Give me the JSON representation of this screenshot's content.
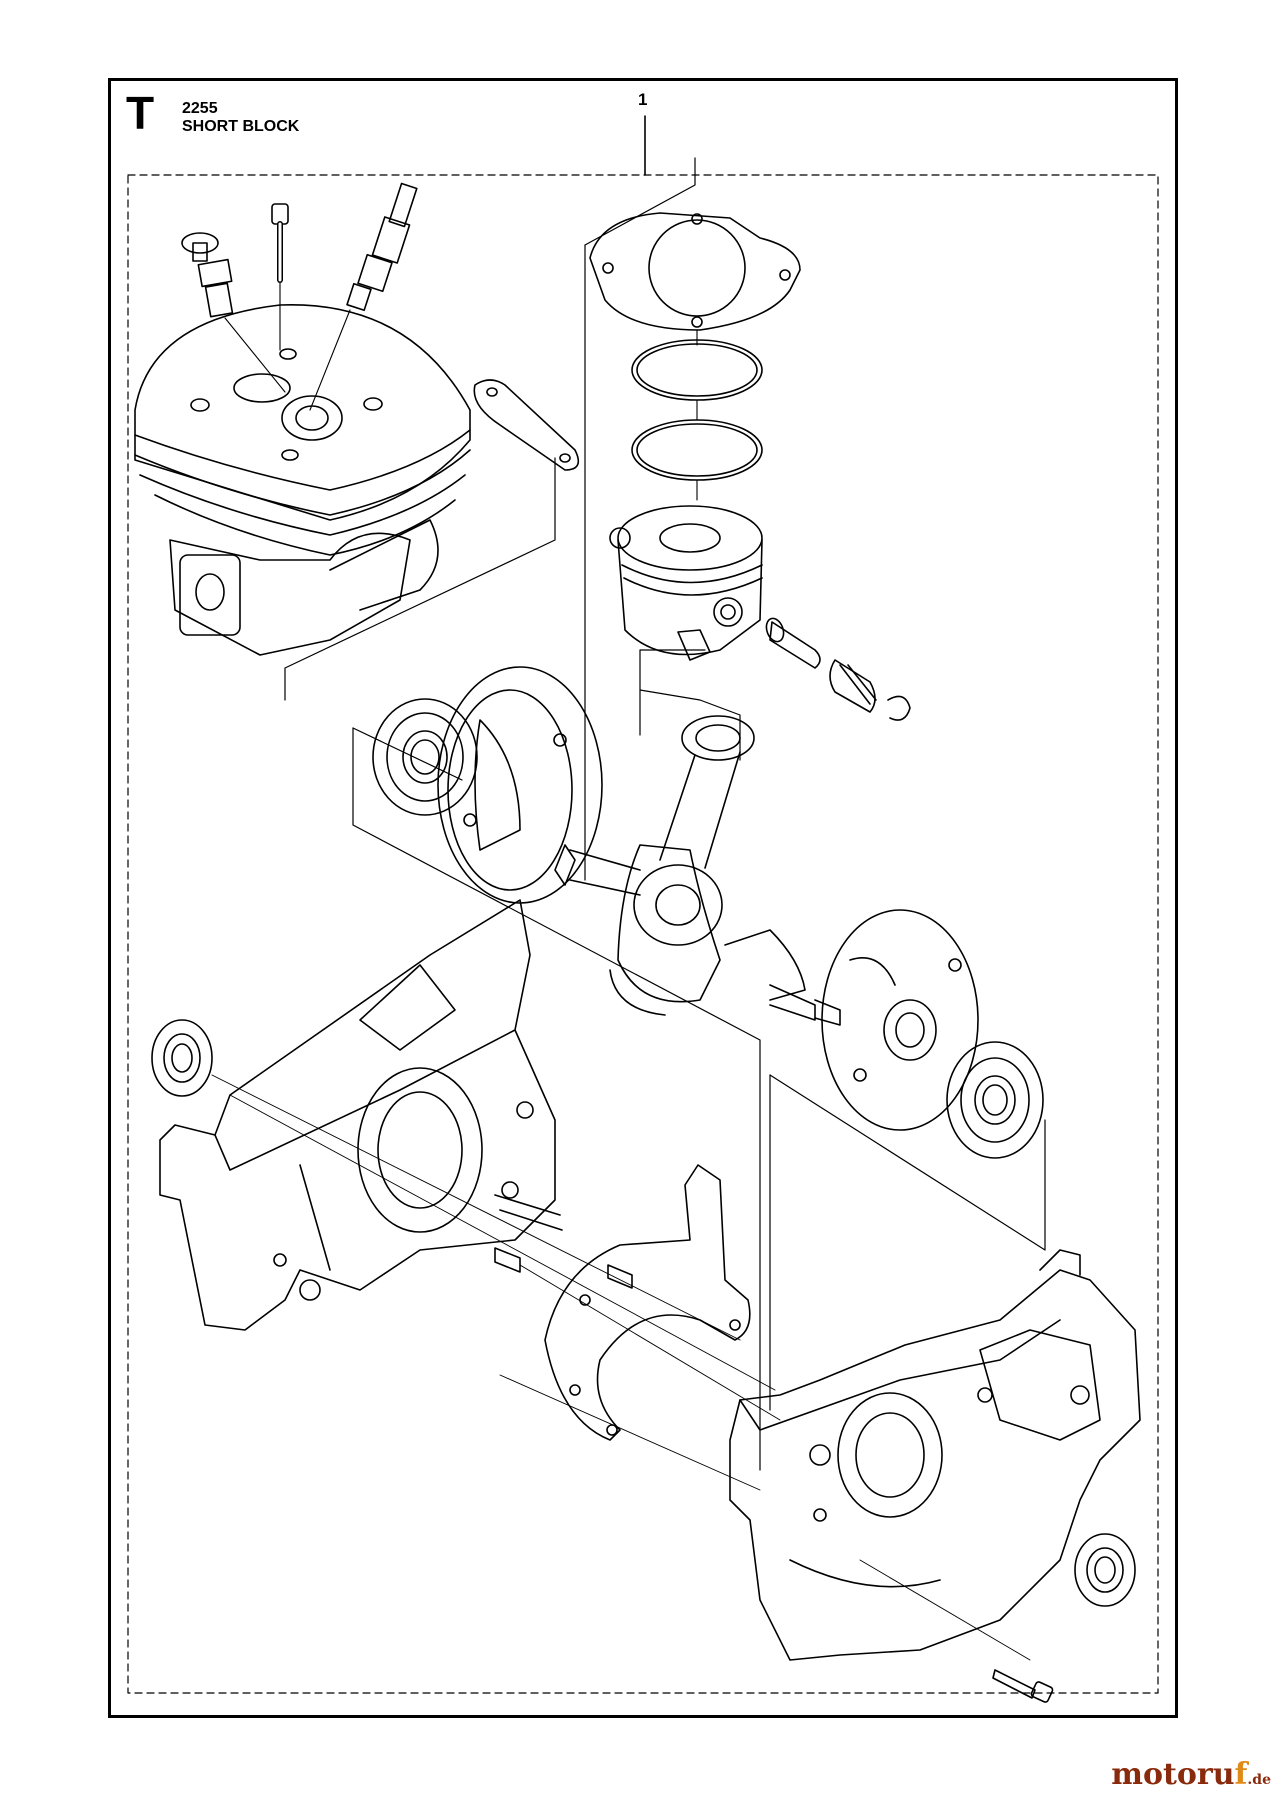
{
  "header": {
    "section_letter": "T",
    "section_code": "2255",
    "section_name": "SHORT BLOCK"
  },
  "callouts": [
    {
      "label": "1"
    }
  ],
  "watermark": {
    "main": "motoru",
    "accent": "f",
    "tld": ".de"
  },
  "colors": {
    "line": "#000000",
    "paper": "#ffffff",
    "watermark_main": "#8a2a0c",
    "watermark_accent": "#e08a17"
  }
}
